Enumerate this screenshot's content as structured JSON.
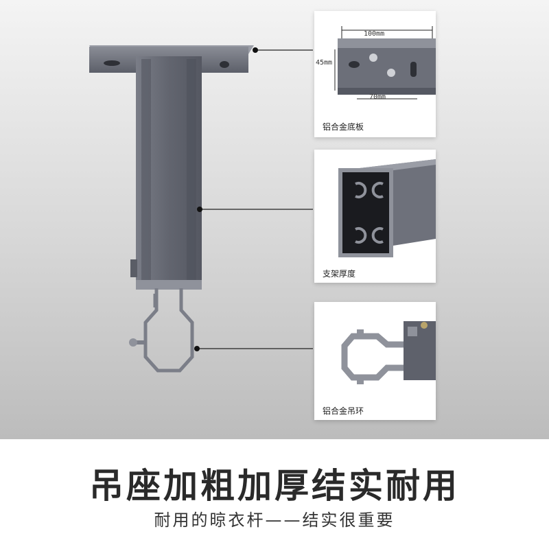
{
  "headline": "吊座加粗加厚结实耐用",
  "subline": "耐用的晾衣杆——结实很重要",
  "panels": {
    "plate": {
      "caption": "铝合金底板",
      "dim_width": "100mm",
      "dim_height": "45mm",
      "dim_hole": "70mm"
    },
    "tube": {
      "caption": "支架厚度"
    },
    "ring": {
      "caption": "铝合金吊环"
    }
  },
  "colors": {
    "metal": "#6b6e78",
    "metal_dark": "#4d5059",
    "background_top": "#f4f4f4",
    "background_bottom": "#bcbcbc",
    "headline": "#2a2a2a"
  }
}
